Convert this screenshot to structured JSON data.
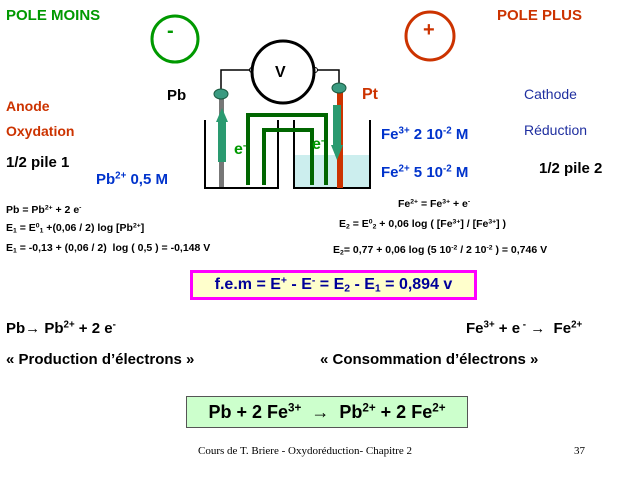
{
  "poles": {
    "moins_title": "POLE MOINS",
    "plus_title": "POLE PLUS",
    "minus_sign": "-",
    "plus_sign": "+"
  },
  "circuit": {
    "voltmeter_label": "V",
    "left_electrode": "Pb",
    "right_electrode": "Pt",
    "left_electron": "e",
    "right_electron": "e",
    "electron_charge": "-"
  },
  "left_cell": {
    "role": "Anode",
    "process": "Oxydation",
    "half_cell": "1/2 pile 1",
    "ion_base": "Pb",
    "ion_charge": "2+",
    "ion_conc": " 0,5 M"
  },
  "right_cell": {
    "role": "Cathode",
    "process": "Réduction",
    "half_cell": "1/2 pile 2",
    "fe3_base": "Fe",
    "fe3_charge": "3+",
    "fe3_conc": " 2 10",
    "fe3_exp": "-2",
    "fe3_unit": " M",
    "fe2_base": "Fe",
    "fe2_charge": "2+",
    "fe2_conc": " 5 10",
    "fe2_exp": "-2",
    "fe2_unit": " M"
  },
  "colors": {
    "green": "#009900",
    "red": "#cc3300",
    "blue": "#0033cc",
    "fem_border": "#ff00ff",
    "fem_fill": "#ffffcc",
    "eq_fill": "#ccffcc",
    "solution_fill": "#cceeee"
  },
  "footer": {
    "course": "Cours de T. Briere - Oxydoréduction- Chapitre 2",
    "page": "37"
  }
}
